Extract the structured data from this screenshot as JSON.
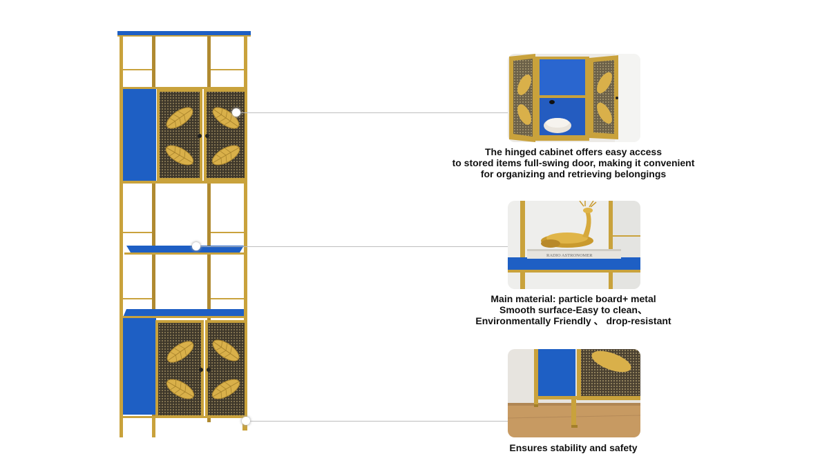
{
  "features": [
    {
      "lines": [
        "The hinged cabinet offers easy access",
        "to stored items full-swing door, making it convenient",
        "for organizing and retrieving belongings"
      ]
    },
    {
      "lines": [
        "Main material: particle board+ metal",
        "Smooth surface-Easy to clean、",
        "Environmentally Friendly  、 drop-resistant"
      ]
    },
    {
      "lines": [
        "Ensures stability and safety"
      ]
    }
  ],
  "book_title": "RADIO ASTRONOMER",
  "colors": {
    "cabinet_blue": "#1e5fc4",
    "frame_gold": "#c9a23c",
    "leaf_gold": "#d9b04a",
    "mesh_dark": "#4a4030",
    "line_gray": "#bdbdbd"
  }
}
